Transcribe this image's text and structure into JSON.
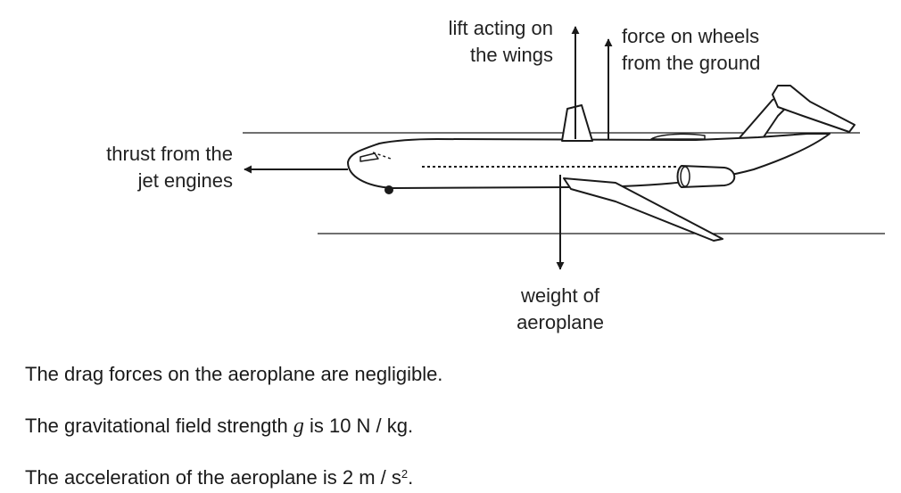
{
  "labels": {
    "lift_line1": "lift acting on",
    "lift_line2": "the wings",
    "wheels_line1": "force on wheels",
    "wheels_line2": "from the ground",
    "thrust_line1": "thrust from the",
    "thrust_line2": "jet engines",
    "weight_line1": "weight of",
    "weight_line2": "aeroplane"
  },
  "statements": {
    "drag": "The drag forces on the aeroplane are negligible.",
    "g_prefix": "The gravitational field strength ",
    "g_symbol": "g",
    "g_suffix": " is 10 N / kg.",
    "acc_prefix": "The acceleration of the aeroplane is 2 m / s",
    "acc_exp": "2",
    "acc_suffix": "."
  },
  "colors": {
    "line": "#1a1a1a",
    "background": "#ffffff"
  }
}
